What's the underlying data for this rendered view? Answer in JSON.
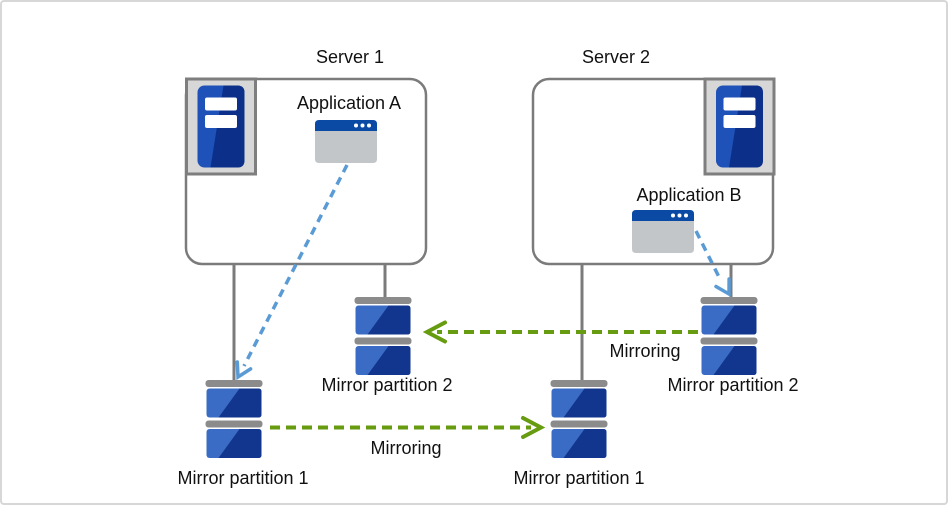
{
  "diagram": {
    "servers": [
      {
        "label": "Server 1",
        "app_label": "Application A"
      },
      {
        "label": "Server 2",
        "app_label": "Application B"
      }
    ],
    "partitions": [
      {
        "id": "mirror-partition-1-left",
        "label": "Mirror partition 1"
      },
      {
        "id": "mirror-partition-2-left",
        "label": "Mirror partition 2"
      },
      {
        "id": "mirror-partition-1-right",
        "label": "Mirror partition 1"
      },
      {
        "id": "mirror-partition-2-right",
        "label": "Mirror partition 2"
      }
    ],
    "mirroring_labels": [
      "Mirroring",
      "Mirroring"
    ],
    "icons": {
      "server": "server-tower-icon",
      "application": "app-window-icon",
      "partition": "disk-stack-icon"
    },
    "colors": {
      "box_border": "#7b7b7b",
      "connector_gray": "#7b7b7b",
      "tray_fill": "#d7d7d7",
      "partition_blue_light": "#3a6cc6",
      "partition_blue_dark": "#12368e",
      "partition_bar_gray": "#8b8b8b",
      "tower_blue_light": "#1e52b8",
      "tower_blue_dark": "#0c308a",
      "window_titlebar_blue": "#0a4aa5",
      "window_body_gray": "#c3c6c9",
      "mirroring_green": "#679b10",
      "app_arrow_blue": "#5b9bd5",
      "outer_border": "#d7d7d7",
      "text": "#111111"
    }
  }
}
